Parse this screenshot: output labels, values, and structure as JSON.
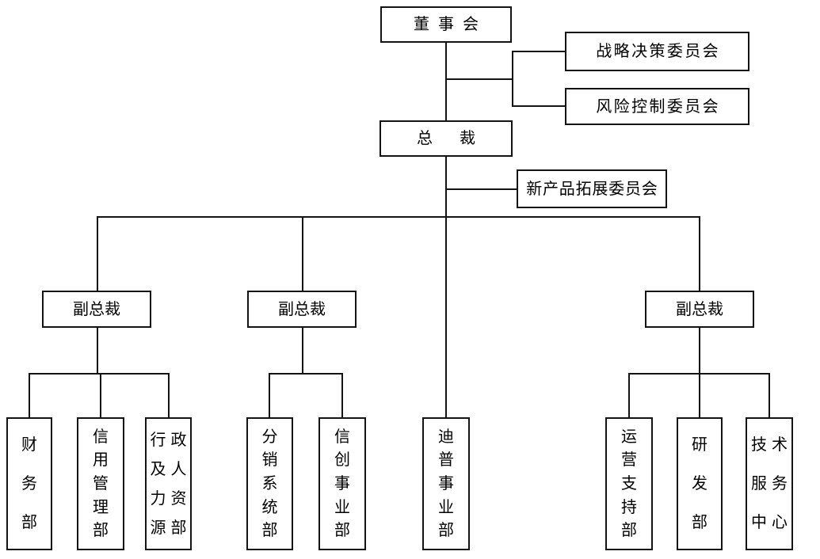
{
  "nodes": {
    "board": {
      "label": "董事会"
    },
    "strategy_committee": {
      "label": "战略决策委员会"
    },
    "risk_committee": {
      "label": "风险控制委员会"
    },
    "president": {
      "label": "总裁"
    },
    "new_product_committee": {
      "label": "新产品拓展委员会"
    },
    "vp_left": {
      "label": "副总裁"
    },
    "vp_middle": {
      "label": "副总裁"
    },
    "vp_right": {
      "label": "副总裁"
    },
    "departments": [
      {
        "label": "财务部",
        "lines": [
          "财",
          "务",
          "部"
        ]
      },
      {
        "label": "信用管理部",
        "lines": [
          "信",
          "用",
          "管",
          "理",
          "部"
        ]
      },
      {
        "label": "行政及人力资源部",
        "lines": [
          "行政",
          "及人",
          "力资",
          "源部"
        ]
      },
      {
        "label": "分销系统部",
        "lines": [
          "分",
          "销",
          "系",
          "统",
          "部"
        ]
      },
      {
        "label": "信创事业部",
        "lines": [
          "信",
          "创",
          "事",
          "业",
          "部"
        ]
      },
      {
        "label": "迪普事业部",
        "lines": [
          "迪",
          "普",
          "事",
          "业",
          "部"
        ]
      },
      {
        "label": "运营支持部",
        "lines": [
          "运",
          "营",
          "支",
          "持",
          "部"
        ]
      },
      {
        "label": "研发部",
        "lines": [
          "研",
          "发",
          "部"
        ]
      },
      {
        "label": "技术服务中心",
        "lines": [
          "技术",
          "服务",
          "中心"
        ]
      }
    ]
  },
  "colors": {
    "line": "#141414",
    "box_border": "#141414",
    "text": "#000000",
    "background": "#ffffff"
  }
}
